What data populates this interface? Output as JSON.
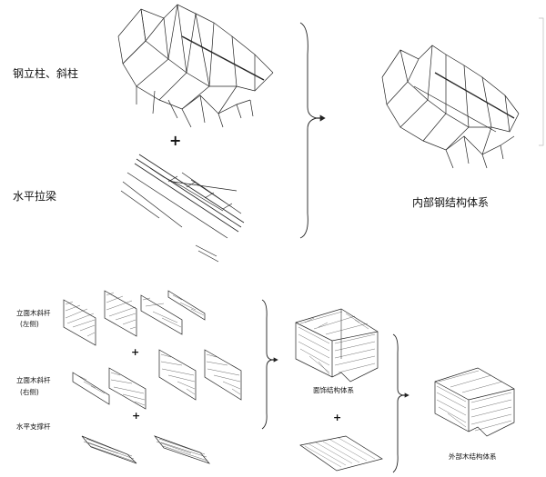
{
  "top": {
    "label_steel_columns": "钢立柱、斜柱",
    "label_horizontal_beams": "水平拉梁",
    "label_internal_steel": "内部钢结构体系"
  },
  "bottom": {
    "label_left_facade": [
      "立面木斜杆",
      "(左侧)"
    ],
    "label_right_facade": [
      "立面木斜杆",
      "(右侧)"
    ],
    "label_horizontal_brace": "水平支撑杆",
    "label_facade_structure": "面饰结构体系",
    "label_external_timber": "外部木结构体系"
  },
  "symbols": {
    "plus": "+"
  },
  "colors": {
    "line": "#222222",
    "background": "#ffffff"
  }
}
